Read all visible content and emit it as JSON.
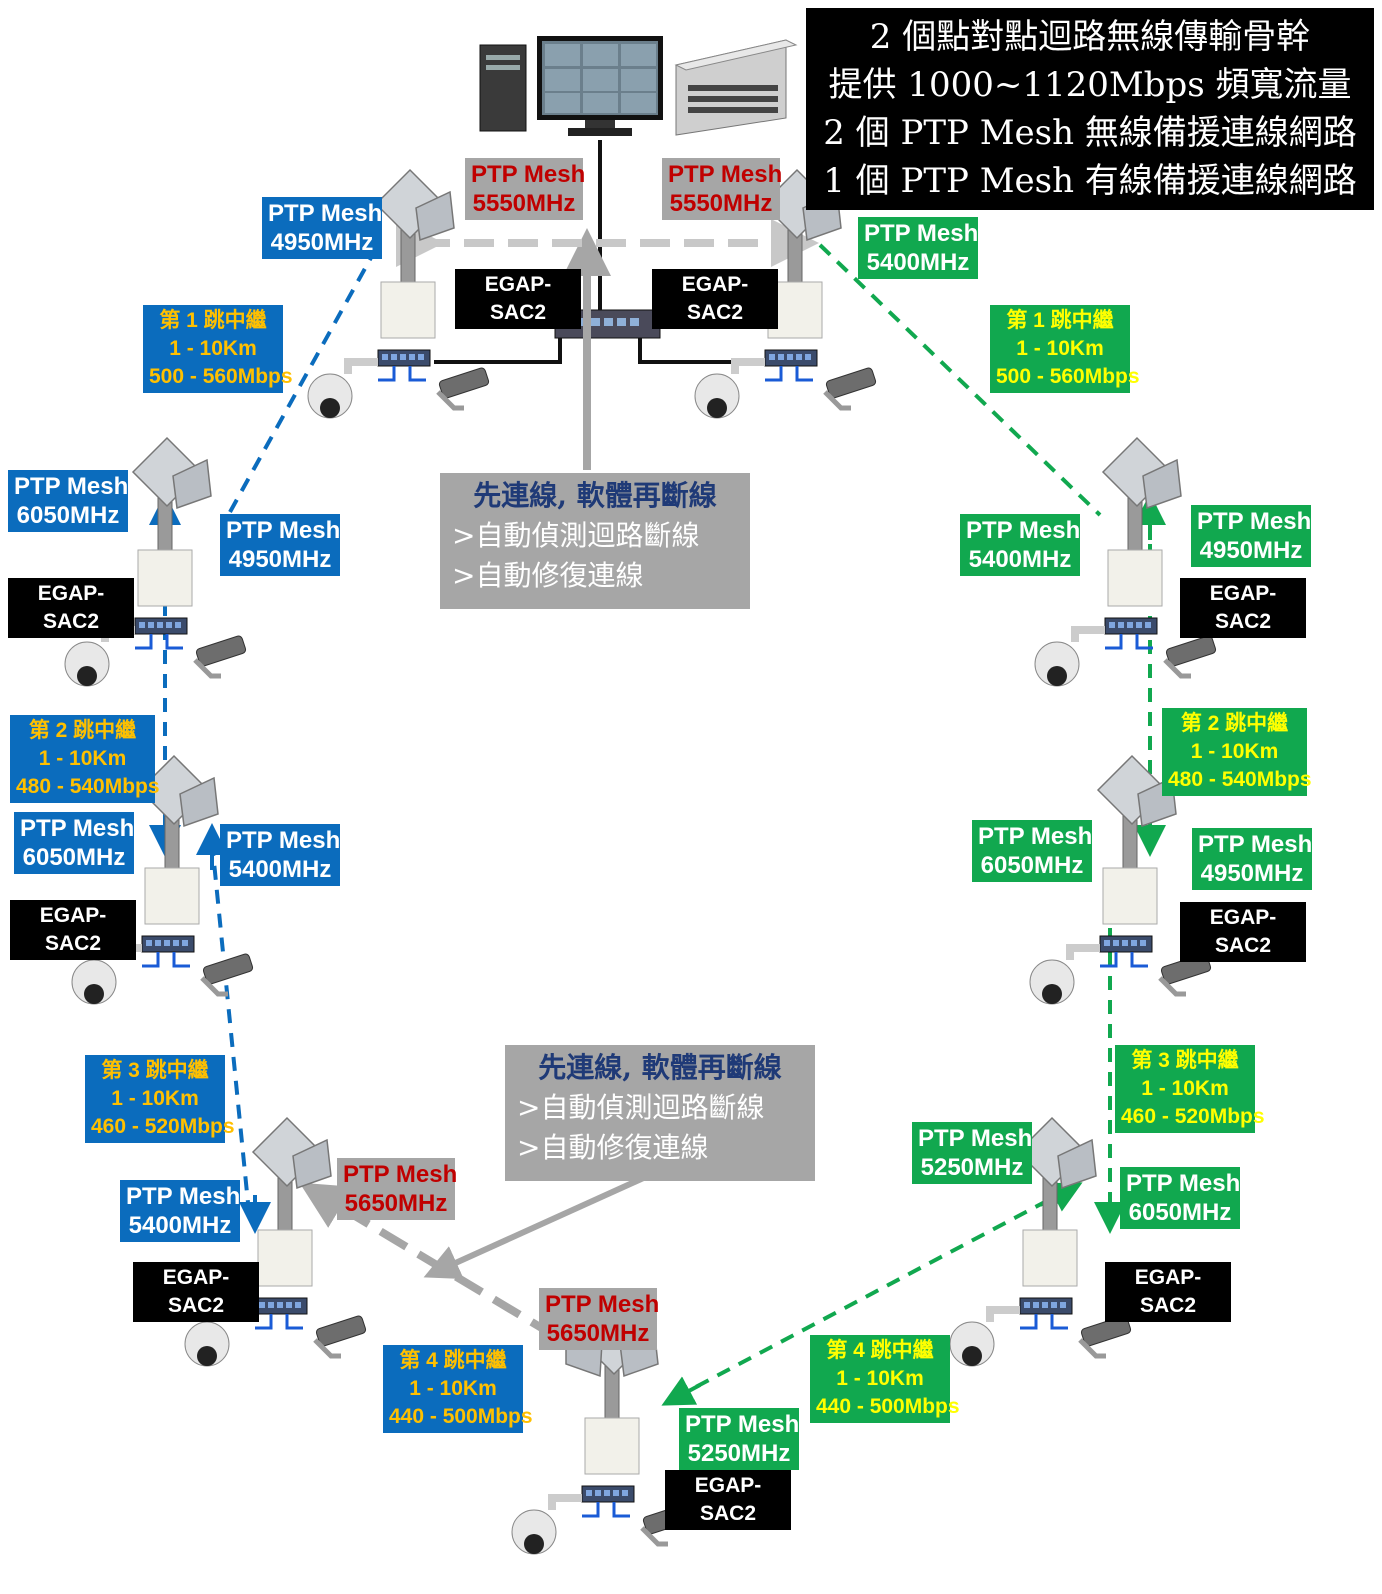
{
  "title_lines": [
    "2 個點對點迴路無線傳輸骨幹",
    "提供 1000~1120Mbps 頻寬流量",
    "2 個 PTP Mesh 無線備援連線網路",
    "1 個 PTP Mesh 有線備援連線網路"
  ],
  "notes": [
    {
      "heading": "先連線, 軟體再斷線",
      "line1": ">自動偵測迴路斷線",
      "line2": ">自動修復連線"
    },
    {
      "heading": "先連線, 軟體再斷線",
      "line1": ">自動偵測迴路斷線",
      "line2": ">自動修復連線"
    }
  ],
  "device_name": "EGAP-SAC2",
  "mesh_labels": {
    "top_left_5550": [
      "PTP Mesh",
      "5550MHz"
    ],
    "top_right_5550": [
      "PTP Mesh",
      "5550MHz"
    ],
    "left1_4950": [
      "PTP Mesh",
      "4950MHz"
    ],
    "right1_5400": [
      "PTP Mesh",
      "5400MHz"
    ],
    "left2_6050": [
      "PTP Mesh",
      "6050MHz"
    ],
    "left2_4950": [
      "PTP Mesh",
      "4950MHz"
    ],
    "right2_5400": [
      "PTP Mesh",
      "5400MHz"
    ],
    "right2_4950": [
      "PTP Mesh",
      "4950MHz"
    ],
    "left3_6050": [
      "PTP Mesh",
      "6050MHz"
    ],
    "left3_5400": [
      "PTP Mesh",
      "5400MHz"
    ],
    "right3_6050": [
      "PTP Mesh",
      "6050MHz"
    ],
    "right3_4950": [
      "PTP Mesh",
      "4950MHz"
    ],
    "left4_5400": [
      "PTP Mesh",
      "5400MHz"
    ],
    "left4_5650": [
      "PTP Mesh",
      "5650MHz"
    ],
    "right4_5250": [
      "PTP Mesh",
      "5250MHz"
    ],
    "right4_6050": [
      "PTP Mesh",
      "6050MHz"
    ],
    "bottom_5650": [
      "PTP Mesh",
      "5650MHz"
    ],
    "bottom_5250": [
      "PTP Mesh",
      "5250MHz"
    ]
  },
  "hops": {
    "left_hop1": [
      "第 1 跳中繼",
      "1 - 10Km",
      "500 - 560Mbps"
    ],
    "right_hop1": [
      "第 1 跳中繼",
      "1 - 10Km",
      "500 - 560Mbps"
    ],
    "left_hop2": [
      "第 2 跳中繼",
      "1 - 10Km",
      "480 - 540Mbps"
    ],
    "right_hop2": [
      "第 2 跳中繼",
      "1 - 10Km",
      "480 - 540Mbps"
    ],
    "left_hop3": [
      "第 3 跳中繼",
      "1 - 10Km",
      "460 - 520Mbps"
    ],
    "right_hop3": [
      "第 3 跳中繼",
      "1 - 10Km",
      "460 - 520Mbps"
    ],
    "left_hop4": [
      "第 4 跳中繼",
      "1 - 10Km",
      "440 - 500Mbps"
    ],
    "right_hop4": [
      "第 4 跳中繼",
      "1 - 10Km",
      "440 - 500Mbps"
    ]
  },
  "colors": {
    "blue": "#0b6cbd",
    "green": "#11a84f",
    "gray": "#a6a6a6",
    "red": "#c00000",
    "hop_blue_text": "#ffc000",
    "hop_green_text": "#ffff00"
  }
}
